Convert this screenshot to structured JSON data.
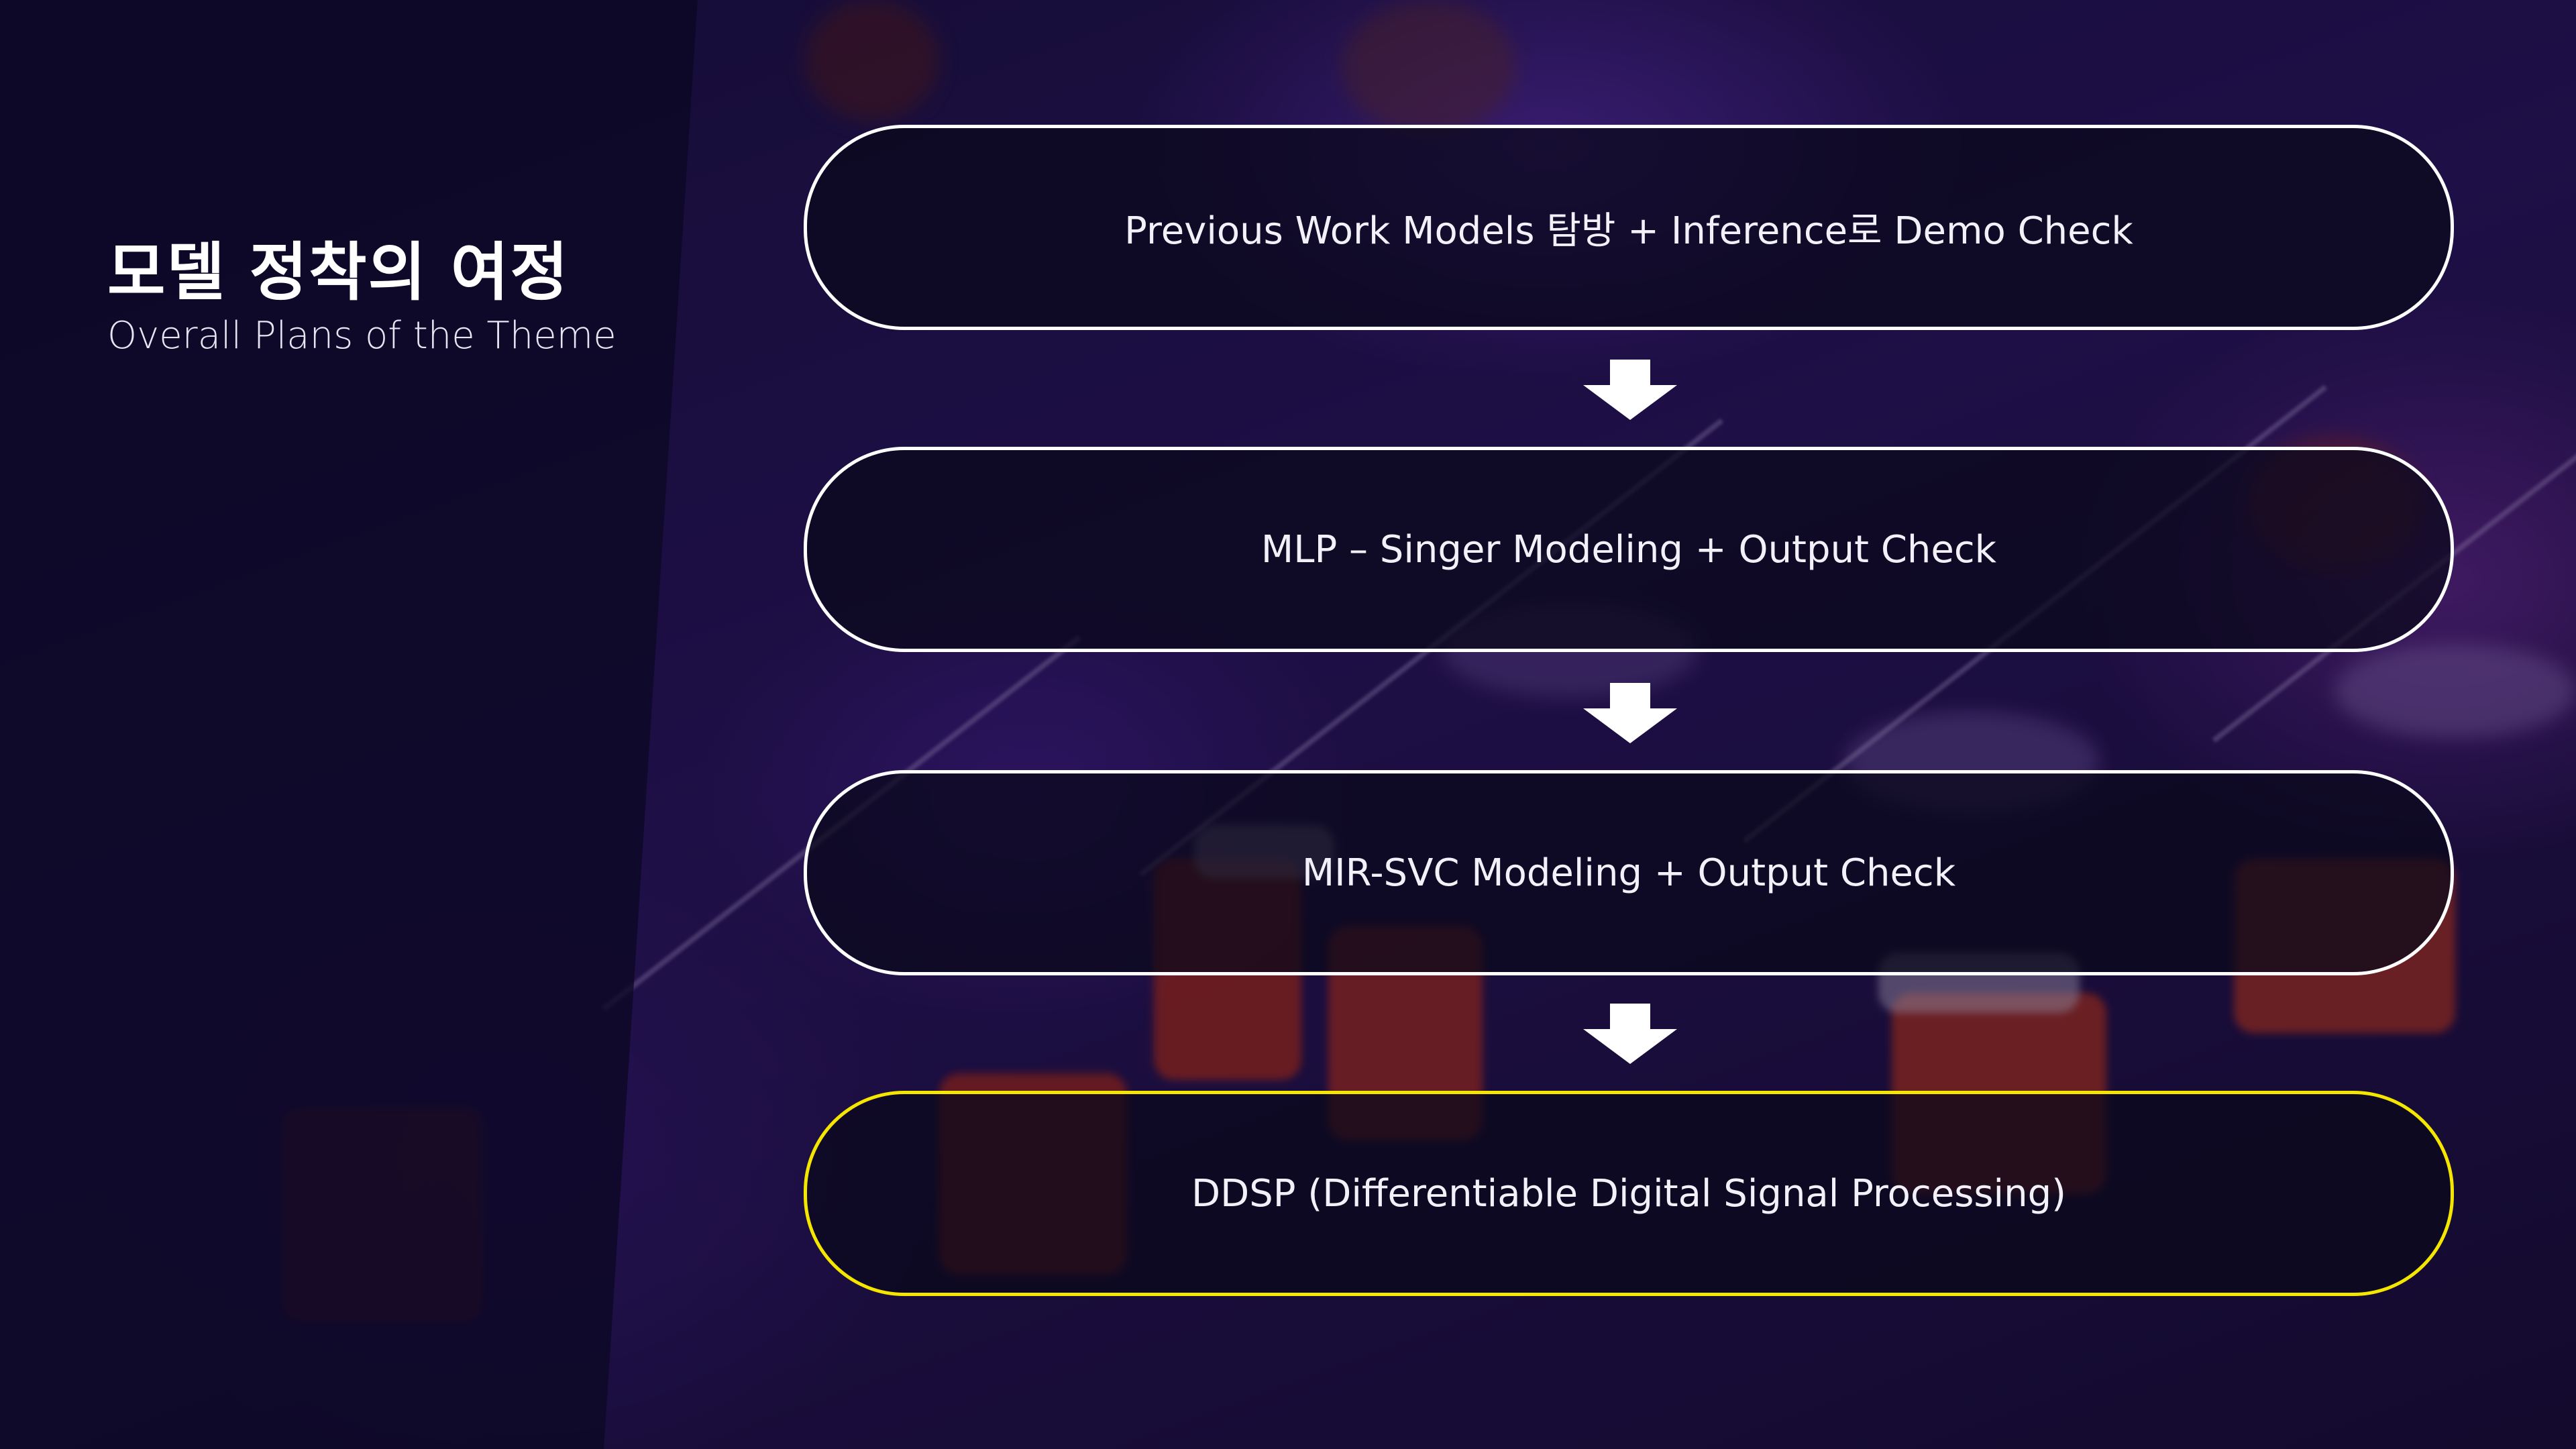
{
  "slide": {
    "title": "모델 정착의 여정",
    "subtitle": "Overall Plans of the Theme"
  },
  "steps": [
    {
      "label": "Previous Work Models 탐방 + Inference로 Demo Check",
      "highlighted": false
    },
    {
      "label": "MLP – Singer Modeling + Output Check",
      "highlighted": false
    },
    {
      "label": "MIR-SVC Modeling + Output Check",
      "highlighted": false
    },
    {
      "label": "DDSP (Differentiable Digital Signal Processing)",
      "highlighted": true
    }
  ],
  "colors": {
    "box_border": "#ffffff",
    "highlight_border": "#f5e600",
    "background": "#120a2a"
  },
  "icons": [
    "arrow-down-icon",
    "arrow-down-icon",
    "arrow-down-icon"
  ]
}
